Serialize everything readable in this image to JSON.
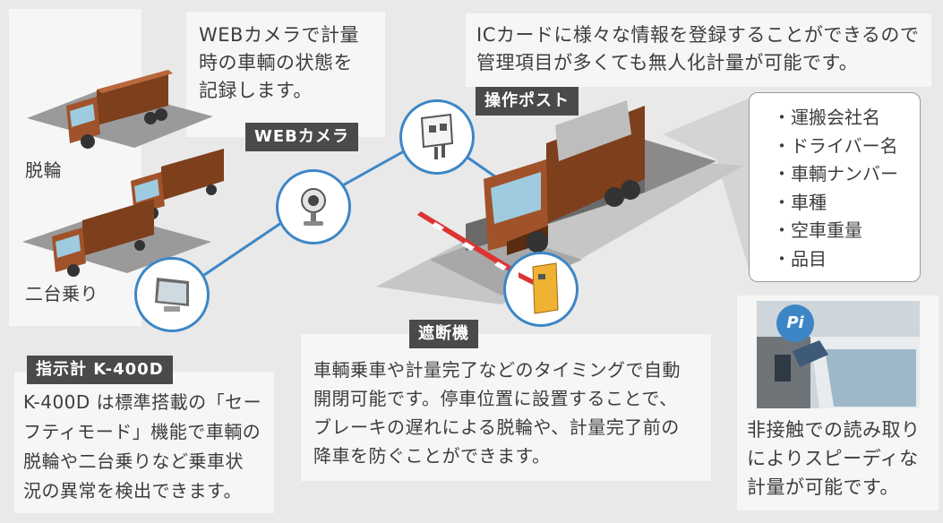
{
  "labels": {
    "wheel_off": "脱輪",
    "double_ride": "二台乗り",
    "web_camera_tag": "WEBカメラ",
    "web_camera_desc": [
      "WEBカメラで計量",
      "時の車輌の状態を",
      "記録します。"
    ],
    "ic_card_desc": [
      "ICカードに様々な情報を登録することができるので",
      "管理項目が多くても無人化計量が可能です。"
    ],
    "post_tag": "操作ポスト",
    "indicator_tag": "指示計 K-400D",
    "indicator_desc": [
      "K-400D は標準搭載の「セー",
      "フティモード」機能で車輌の",
      "脱輪や二台乗りなど乗車状",
      "況の異常を検出できます。"
    ],
    "barrier_tag": "遮断機",
    "barrier_desc": [
      "車輌乗車や計量完了などのタイミングで自動",
      "開閉可能です。停車位置に設置することで、",
      "ブレーキの遅れによる脱輪や、計量完了前の",
      "降車を防ぐことができます。"
    ],
    "pi_badge": "Pi",
    "card_desc": [
      "非接触での読み取り",
      "によりスピーディな",
      "計量が可能です。"
    ]
  },
  "ic_items": [
    "・運搬会社名",
    "・ドライバー名",
    "・車輌ナンバー",
    "・車種",
    "・空車重量",
    "・品目"
  ],
  "colors": {
    "background": "#e9e9e9",
    "panel": "#f6f6f6",
    "tag": "#4a4a4a",
    "accent_blue": "#3d86c6",
    "truck_cab": "#a0532a",
    "barrier_box": "#f0b232"
  }
}
